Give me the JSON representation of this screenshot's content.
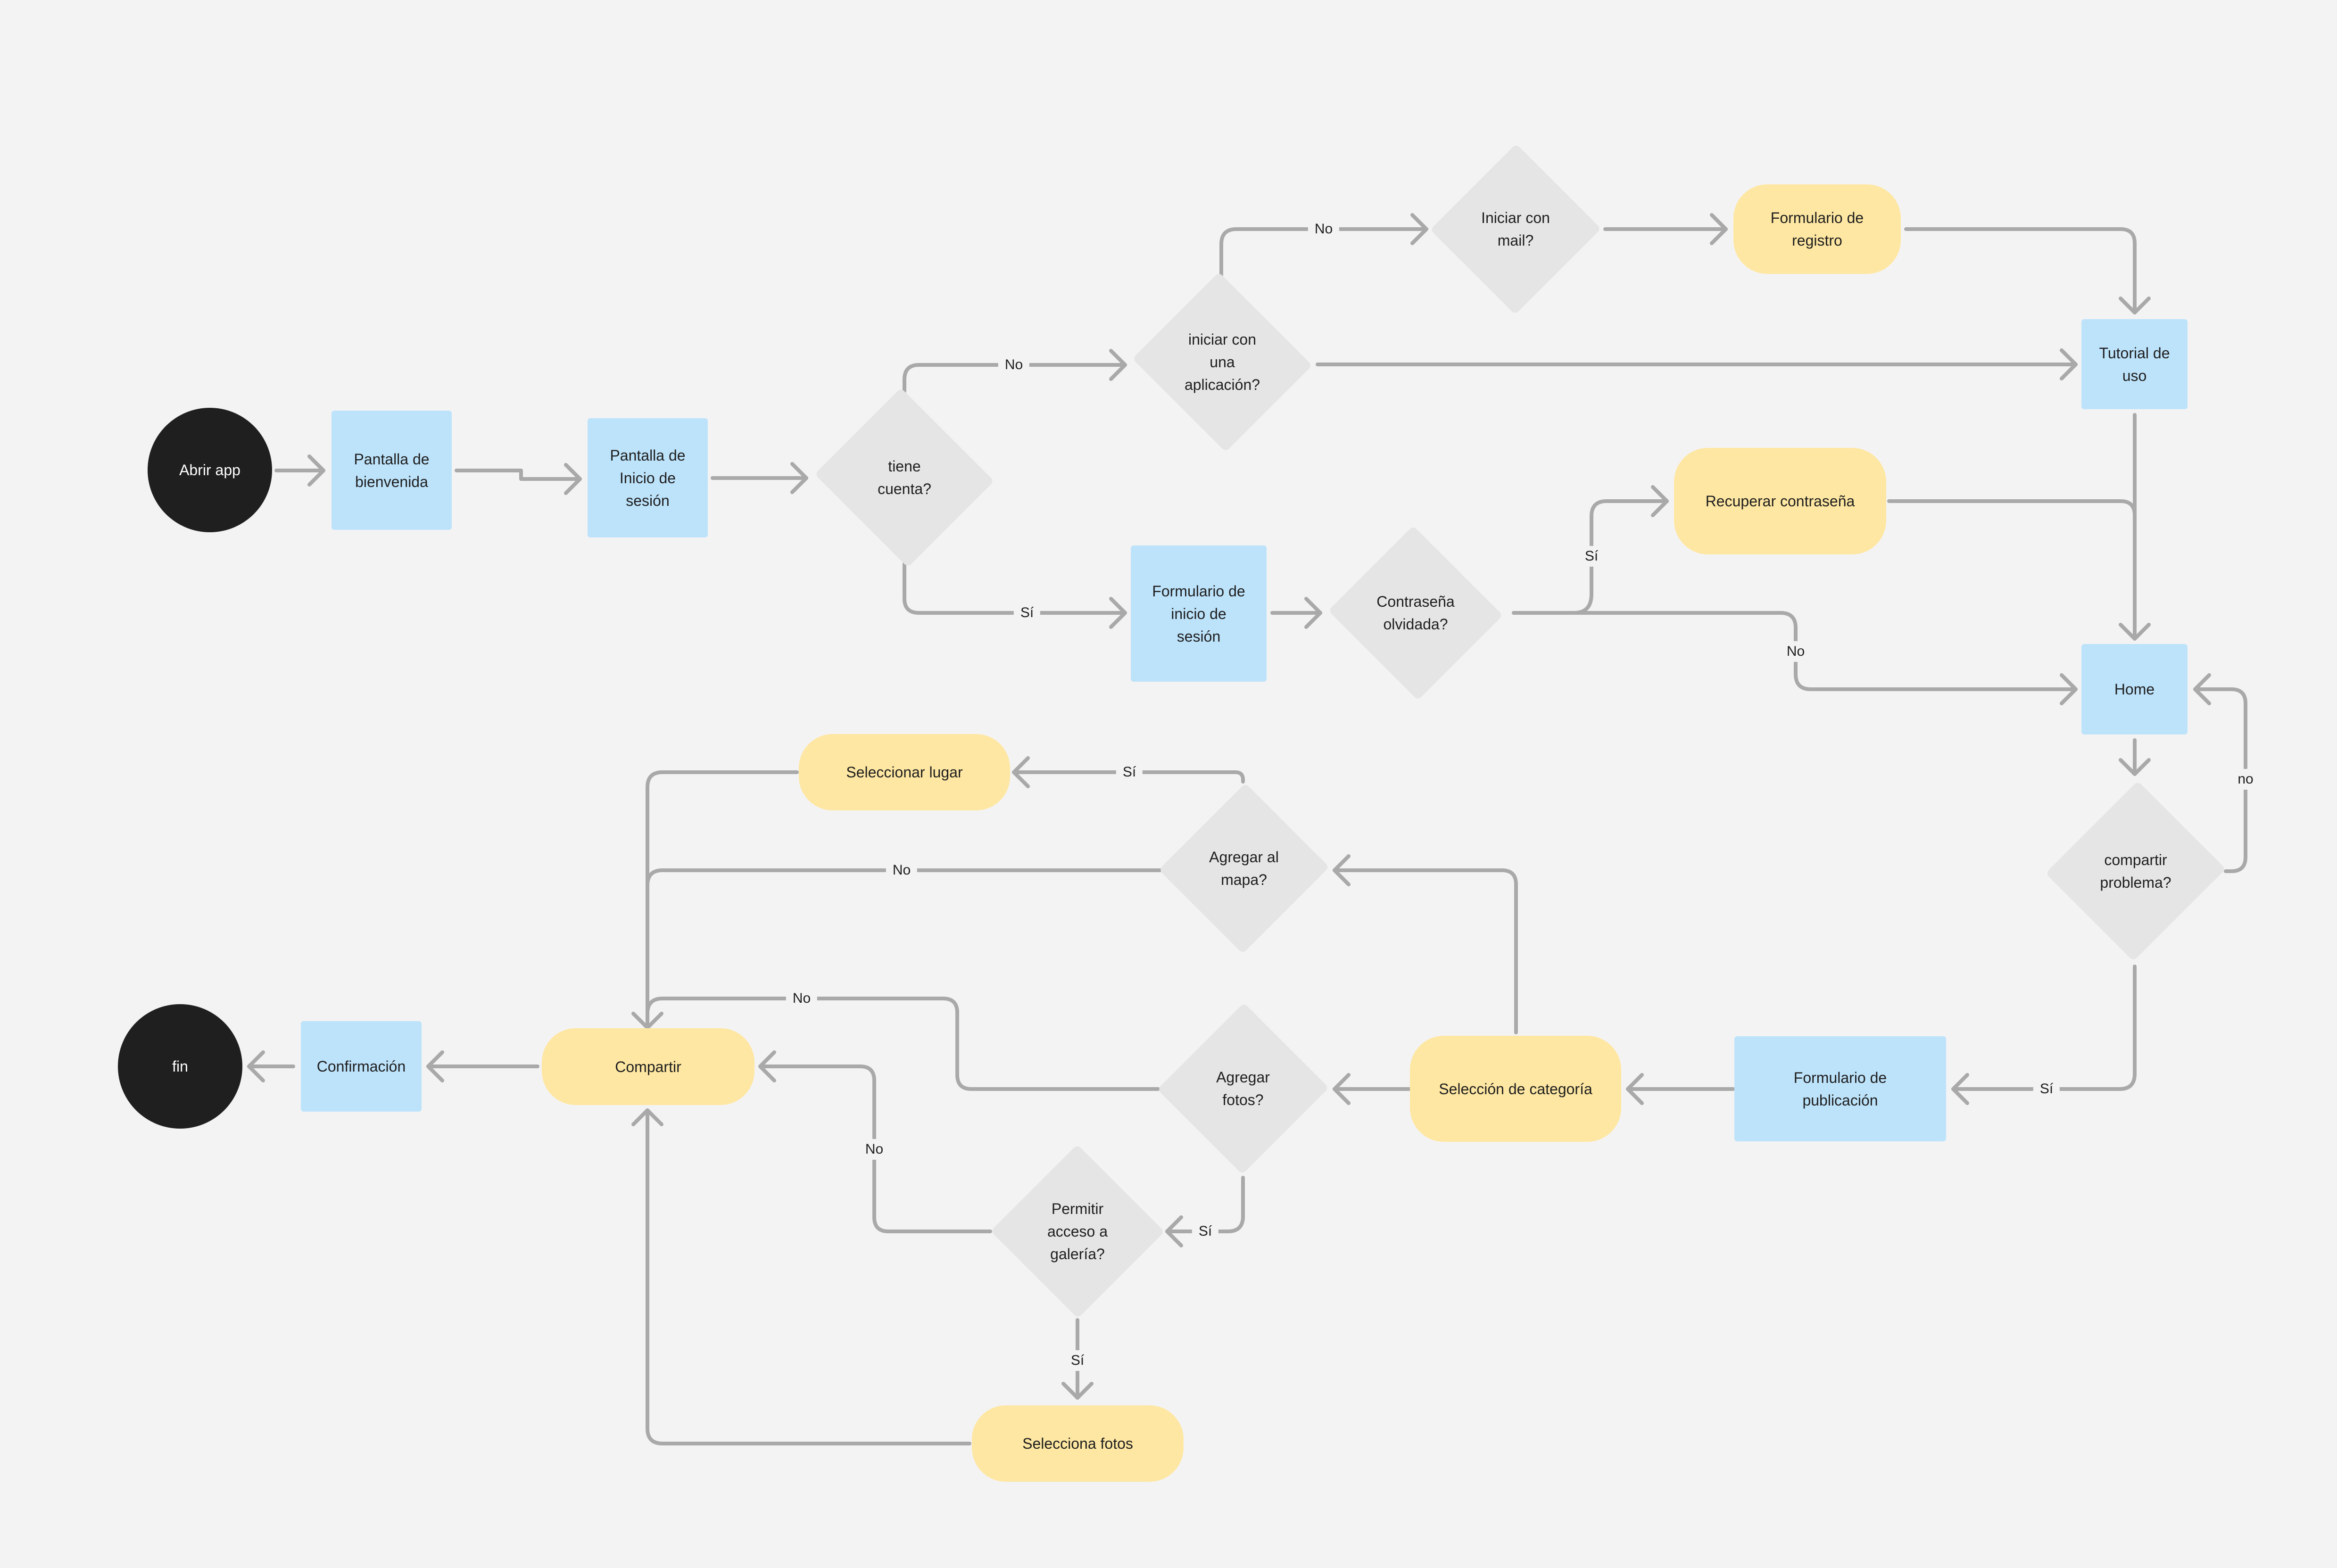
{
  "colors": {
    "background": "#f4f3f3",
    "screen_node": "#bde3fb",
    "action_node": "#fee7a2",
    "decision_node": "#e6e5e5",
    "terminal_node": "#1f1f1f",
    "connector": "#a9a9a9"
  },
  "nodes": {
    "abrir_app": "Abrir app",
    "bienvenida": "Pantalla de\nbienvenida",
    "inicio_sesion": "Pantalla de\nInicio de\nsesión",
    "tiene_cuenta": "tiene\ncuenta?",
    "iniciar_app": "iniciar con\nuna\naplicación?",
    "iniciar_mail": "Iniciar con\nmail?",
    "form_registro": "Formulario de\nregistro",
    "tutorial": "Tutorial de\nuso",
    "form_inicio": "Formulario de\ninicio de\nsesión",
    "contrasena": "Contraseña\nolvidada?",
    "recuperar": "Recuperar contraseña",
    "home": "Home",
    "compartir_problema": "compartir\nproblema?",
    "form_publicacion": "Formulario de\npublicación",
    "seleccion_categoria": "Selección de categoría",
    "agregar_mapa": "Agregar al\nmapa?",
    "seleccionar_lugar": "Seleccionar lugar",
    "agregar_fotos": "Agregar\nfotos?",
    "permitir_galeria": "Permitir\nacceso a\ngalería?",
    "selecciona_fotos": "Selecciona fotos",
    "compartir": "Compartir",
    "confirmacion": "Confirmación",
    "fin": "fin"
  },
  "edge_labels": {
    "cuenta_no": "No",
    "cuenta_si": "Sí",
    "app_no": "No",
    "olvidada_si": "Sí",
    "olvidada_no": "No",
    "problema_no": "no",
    "problema_si": "Sí",
    "mapa_si": "Sí",
    "mapa_no": "No",
    "fotos_no": "No",
    "fotos_si": "Sí",
    "galeria_no": "No",
    "galeria_si": "Sí"
  }
}
